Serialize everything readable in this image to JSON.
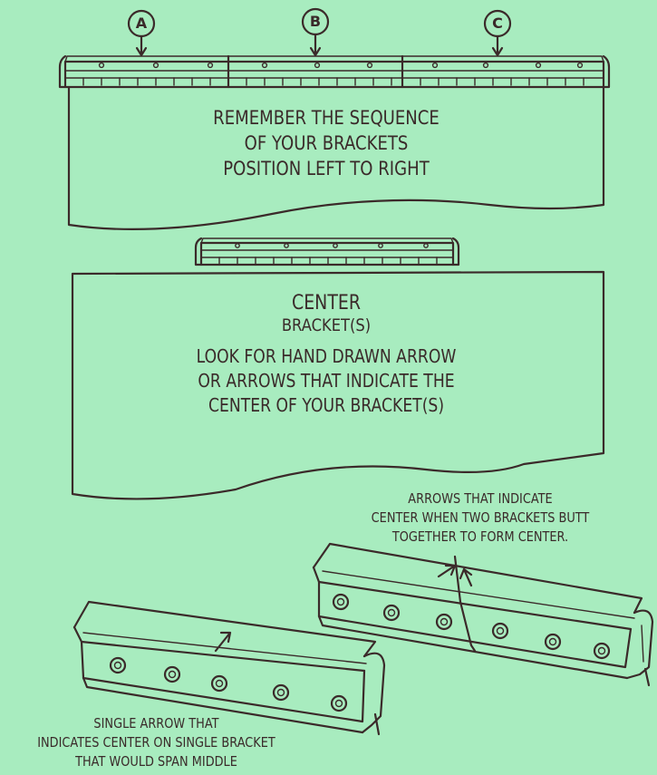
{
  "brackets": {
    "labels": [
      "A",
      "B",
      "C"
    ]
  },
  "panel1": {
    "lines": [
      "REMEMBER THE SEQUENCE",
      "OF YOUR BRACKETS",
      "POSITION LEFT TO RIGHT"
    ]
  },
  "panel2": {
    "title": "CENTER",
    "subtitle": "BRACKET(S)",
    "lines": [
      "LOOK FOR HAND DRAWN ARROW",
      "OR ARROWS THAT INDICATE THE",
      "CENTER OF YOUR BRACKET(S)"
    ]
  },
  "callouts": {
    "two_brackets": [
      "ARROWS THAT INDICATE",
      "CENTER WHEN TWO BRACKETS BUTT",
      "TOGETHER TO FORM CENTER."
    ],
    "single_bracket": [
      "SINGLE ARROW THAT",
      "INDICATES CENTER ON SINGLE BRACKET",
      "THAT WOULD SPAN MIDDLE"
    ]
  },
  "colors": {
    "background": "#a8ecbf",
    "ink": "#3b2a2a"
  }
}
